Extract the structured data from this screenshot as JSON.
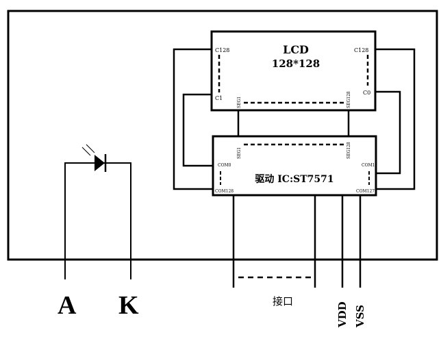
{
  "lcd": {
    "name": "LCD",
    "resolution": "128*128",
    "pin_c128_left": "C128",
    "pin_c1": "C1",
    "pin_c128_right": "C128",
    "pin_c0": "C0",
    "pin_seg1": "SEG1",
    "pin_seg128": "SEG128"
  },
  "driver": {
    "label": "驱动 IC:ST7571",
    "pin_seg1": "SEG1",
    "pin_seg128": "SEG128",
    "pin_com0": "COM0",
    "pin_com128": "COM128",
    "pin_com1": "COM1",
    "pin_com127": "COM127"
  },
  "interface": {
    "label": "接口",
    "vdd": "VDD",
    "vss": "VSS"
  },
  "backlight": {
    "anode": "A",
    "cathode": "K"
  }
}
